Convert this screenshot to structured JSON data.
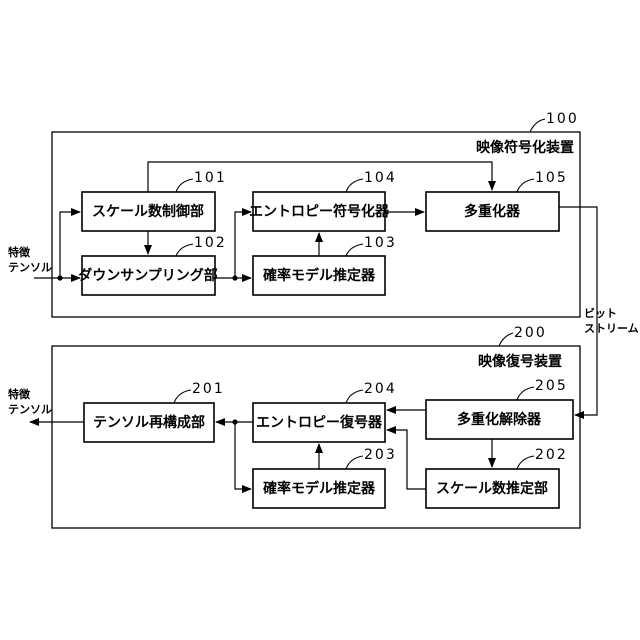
{
  "encoder": {
    "ref": "100",
    "title": "映像符号化装置",
    "blocks": {
      "b101": {
        "ref": "101",
        "label": "スケール数制御部"
      },
      "b102": {
        "ref": "102",
        "label": "ダウンサンプリング部"
      },
      "b103": {
        "ref": "103",
        "label": "確率モデル推定器"
      },
      "b104": {
        "ref": "104",
        "label": "エントロピー符号化器"
      },
      "b105": {
        "ref": "105",
        "label": "多重化器"
      }
    }
  },
  "decoder": {
    "ref": "200",
    "title": "映像復号装置",
    "blocks": {
      "b201": {
        "ref": "201",
        "label": "テンソル再構成部"
      },
      "b202": {
        "ref": "202",
        "label": "スケール数推定部"
      },
      "b203": {
        "ref": "203",
        "label": "確率モデル推定器"
      },
      "b204": {
        "ref": "204",
        "label": "エントロピー復号器"
      },
      "b205": {
        "ref": "205",
        "label": "多重化解除器"
      }
    }
  },
  "signals": {
    "input_line1": "特徴",
    "input_line2": "テンソル",
    "output_line1": "特徴",
    "output_line2": "テンソル",
    "bitstream_line1": "ビット",
    "bitstream_line2": "ストリーム"
  }
}
